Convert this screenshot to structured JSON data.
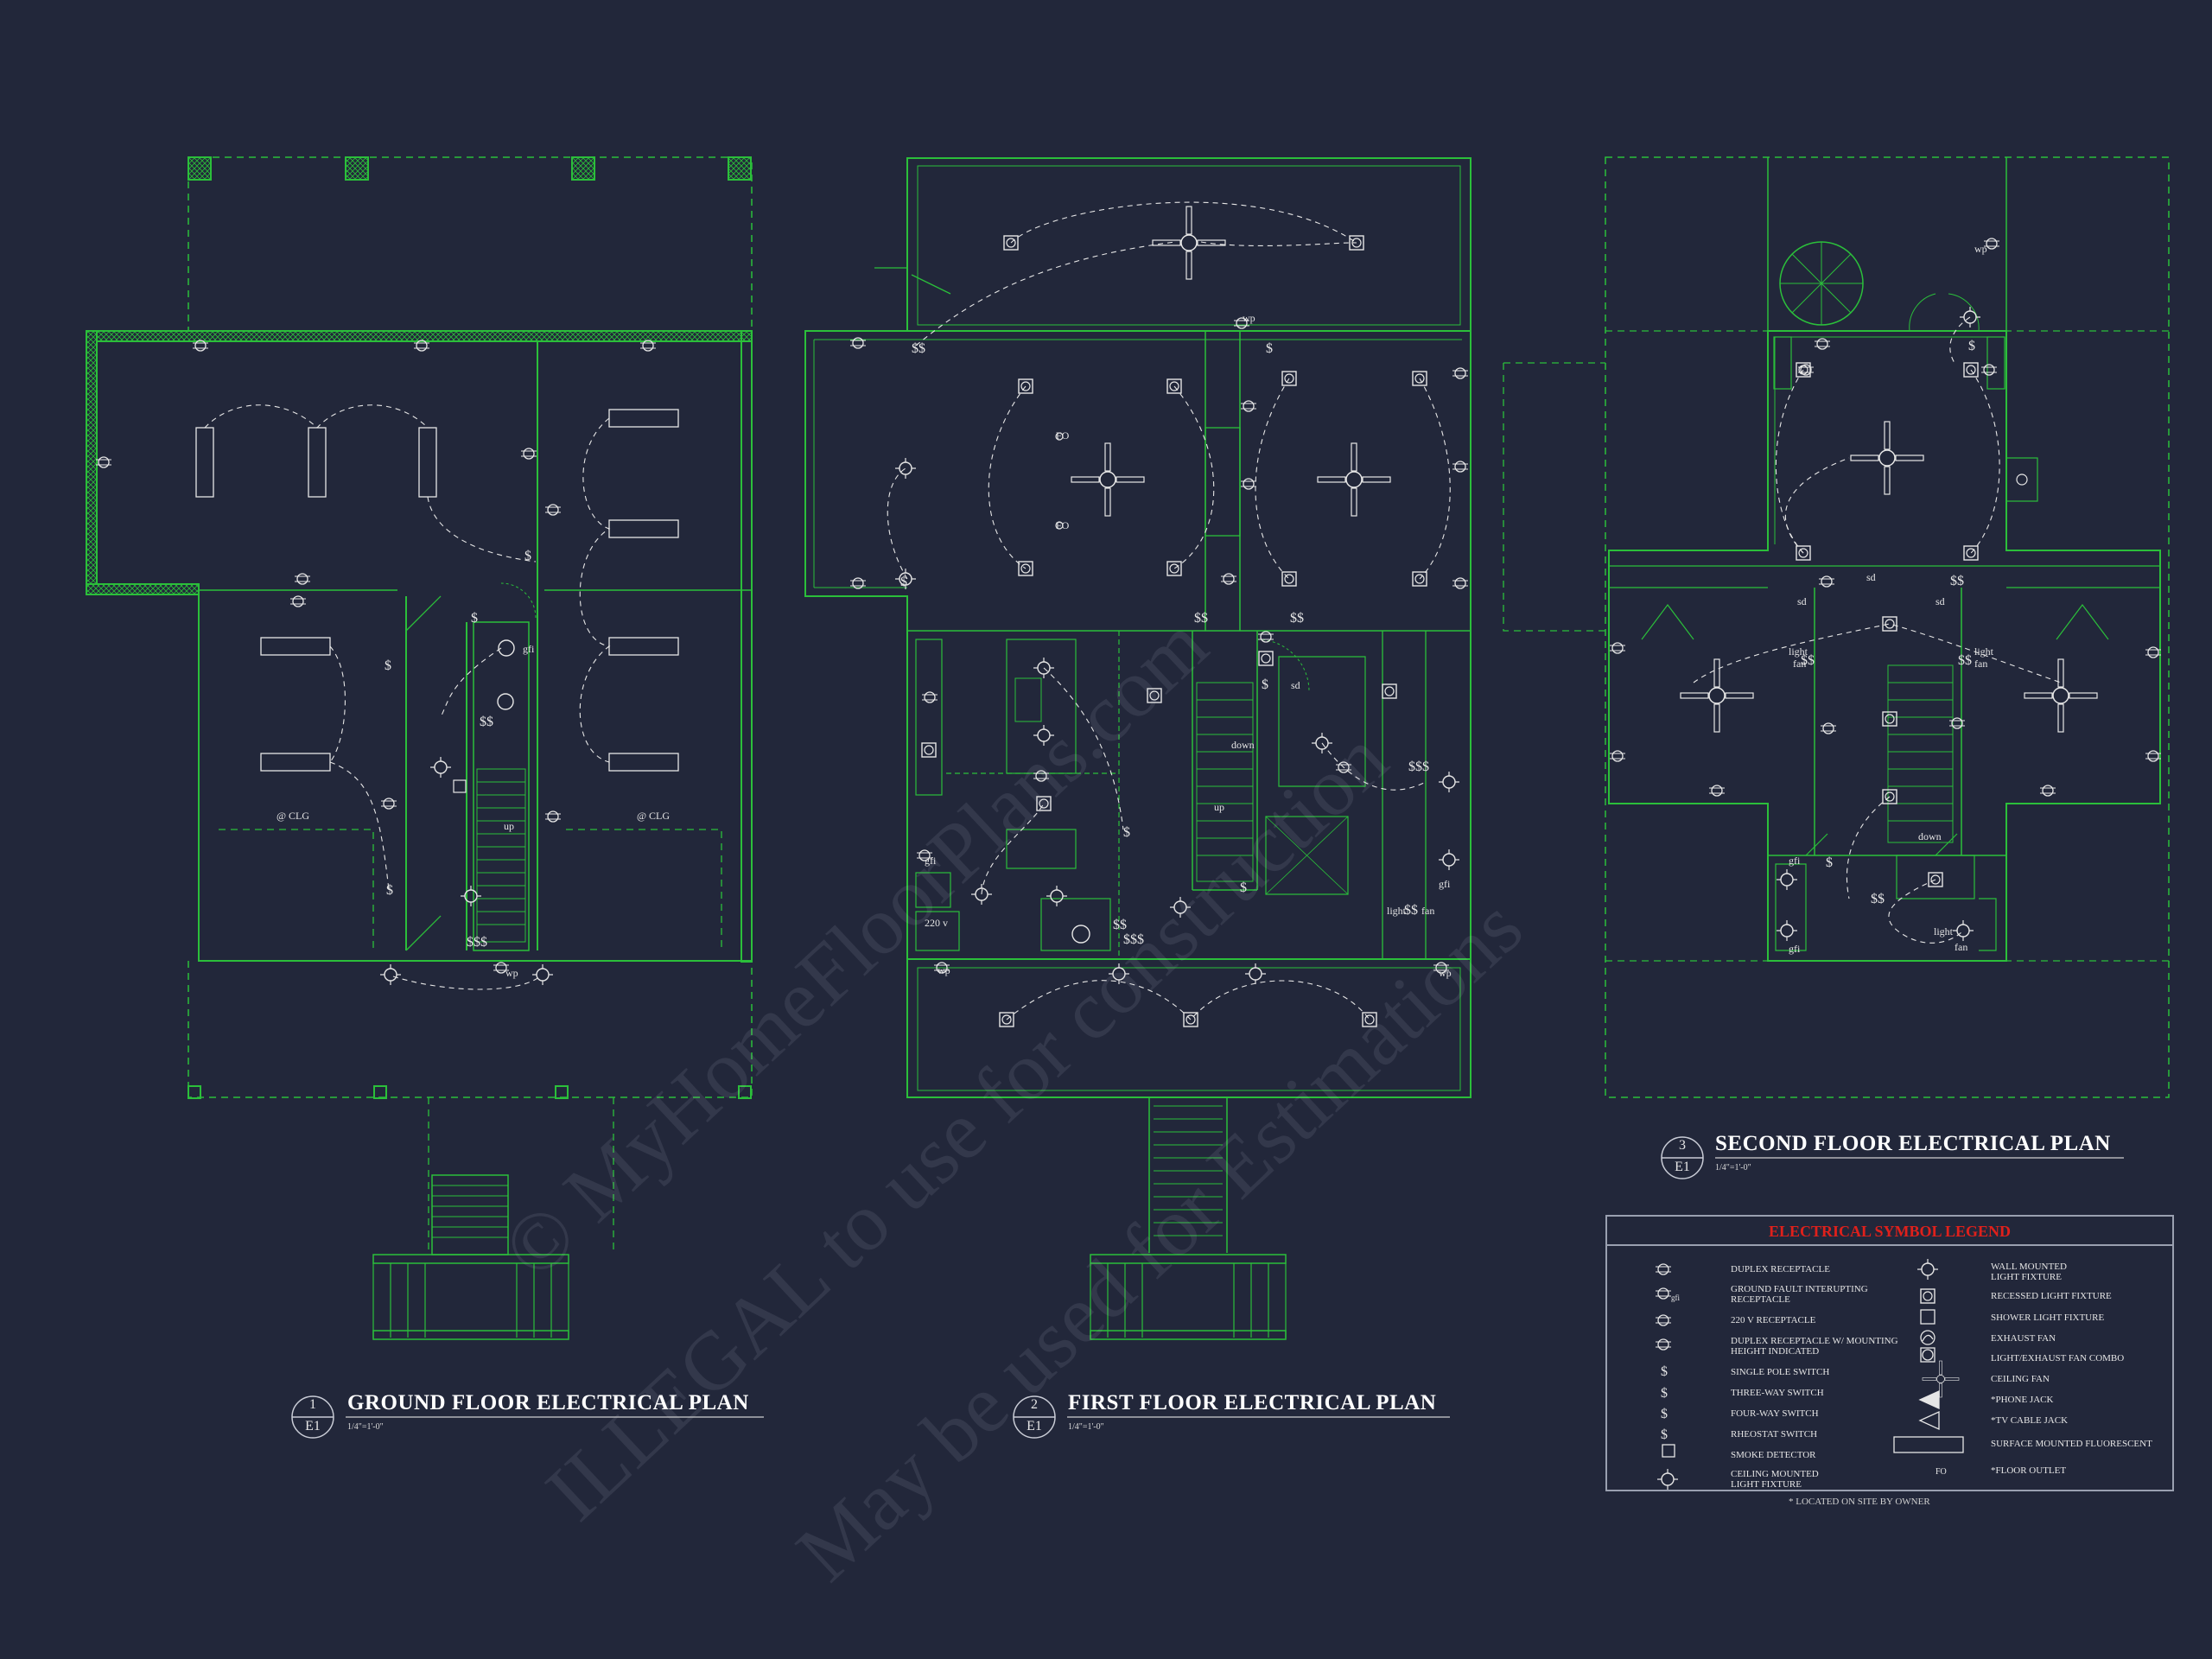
{
  "plans": [
    {
      "number": "1",
      "sheet": "E1",
      "title": "GROUND FLOOR ELECTRICAL PLAN",
      "scale": "1/4\"=1'-0\""
    },
    {
      "number": "2",
      "sheet": "E1",
      "title": "FIRST FLOOR ELECTRICAL PLAN",
      "scale": "1/4\"=1'-0\""
    },
    {
      "number": "3",
      "sheet": "E1",
      "title": "SECOND FLOOR ELECTRICAL PLAN",
      "scale": "1/4\"=1'-0\""
    }
  ],
  "legend": {
    "title": "ELECTRICAL SYMBOL LEGEND",
    "left_items": [
      "DUPLEX RECEPTACLE",
      "GROUND FAULT INTERUPTING RECEPTACLE",
      "220 V RECEPTACLE",
      "DUPLEX RECEPTACLE W/ MOUNTING HEIGHT INDICATED",
      "SINGLE POLE SWITCH",
      "THREE-WAY SWITCH",
      "FOUR-WAY SWITCH",
      "RHEOSTAT SWITCH",
      "SMOKE DETECTOR",
      "CEILING MOUNTED LIGHT FIXTURE"
    ],
    "right_items": [
      "WALL MOUNTED LIGHT FIXTURE",
      "RECESSED LIGHT FIXTURE",
      "SHOWER LIGHT FIXTURE",
      "EXHAUST FAN",
      "LIGHT/EXHAUST FAN COMBO",
      "CEILING FAN",
      "*PHONE JACK",
      "*TV CABLE JACK",
      "SURFACE MOUNTED FLUORESCENT",
      "*FLOOR OUTLET"
    ],
    "footnote": "* LOCATED ON SITE BY OWNER"
  },
  "annotations": {
    "gfi": "gfi",
    "clg": "@ CLG",
    "up": "up",
    "down": "down",
    "wp": "wp",
    "fo": "FO",
    "sd": "sd",
    "v220": "220 v",
    "light": "light",
    "fan": "fan",
    "s": "$",
    "ss": "$$",
    "sss": "$$$"
  },
  "watermark": {
    "line1": "© MyHomeFloorPlans.com",
    "line2": "ILLEGAL to use for construction",
    "line3": "May be used for Estimations"
  },
  "colors": {
    "background": "#22273a",
    "lines": "#2bbf3a",
    "legend_title": "#e0201b",
    "text": "#ffffff"
  }
}
